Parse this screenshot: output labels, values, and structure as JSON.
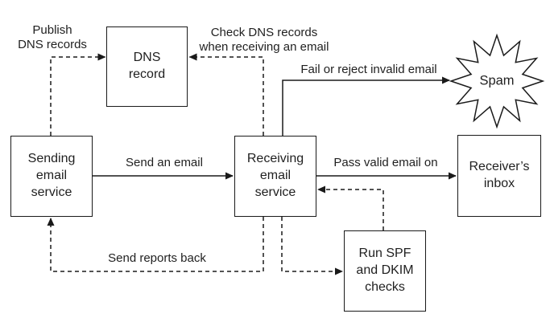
{
  "diagram_type": "flowchart",
  "colors": {
    "background": "#ffffff",
    "line": "#1a1a1a",
    "text": "#1f1f1f"
  },
  "nodes": {
    "sending_email_service": {
      "label": "Sending\nemail\nservice",
      "shape": "rectangle"
    },
    "dns_record": {
      "label": "DNS\nrecord",
      "shape": "rectangle"
    },
    "receiving_email_service": {
      "label": "Receiving\nemail\nservice",
      "shape": "rectangle"
    },
    "receivers_inbox": {
      "label": "Receiver’s\ninbox",
      "shape": "rectangle"
    },
    "spf_dkim_checks": {
      "label": "Run SPF\nand DKIM\nchecks",
      "shape": "rectangle"
    },
    "spam": {
      "label": "Spam",
      "shape": "starburst"
    }
  },
  "edges": {
    "publish_dns": {
      "label": "Publish\nDNS records",
      "style": "dashed",
      "from": "sending_email_service",
      "to": "dns_record"
    },
    "check_dns": {
      "label": "Check DNS records\nwhen receiving an email",
      "style": "dashed",
      "from": "receiving_email_service",
      "to": "dns_record"
    },
    "fail_or_reject": {
      "label": "Fail or reject invalid email",
      "style": "solid",
      "from": "receiving_email_service",
      "to": "spam"
    },
    "send_an_email": {
      "label": "Send an email",
      "style": "solid",
      "from": "sending_email_service",
      "to": "receiving_email_service"
    },
    "pass_valid_email": {
      "label": "Pass valid email on",
      "style": "solid",
      "from": "receiving_email_service",
      "to": "receivers_inbox"
    },
    "run_checks": {
      "label": "",
      "style": "dashed",
      "from": "receiving_email_service",
      "to": "spf_dkim_checks"
    },
    "check_results": {
      "label": "",
      "style": "dashed",
      "from": "spf_dkim_checks",
      "to": "receiving_email_service"
    },
    "send_reports": {
      "label": "Send reports back",
      "style": "dashed",
      "from": "receiving_email_service",
      "to": "sending_email_service"
    }
  }
}
